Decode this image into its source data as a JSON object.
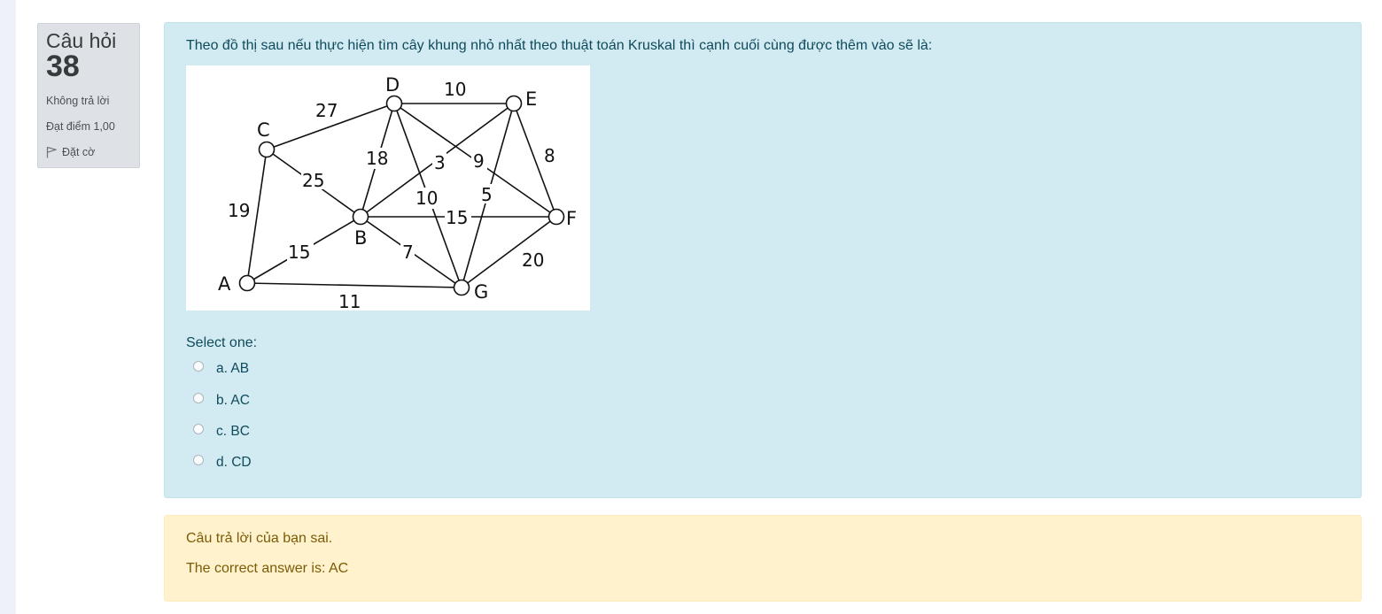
{
  "question_info": {
    "label": "Câu hỏi",
    "number": "38",
    "state": "Không trả lời",
    "grade": "Đạt điểm 1,00",
    "flag_label": "Đặt cờ"
  },
  "question": {
    "text": "Theo đồ thị sau nếu thực hiện tìm cây khung nhỏ nhất theo thuật toán Kruskal thì cạnh cuối cùng được thêm vào sẽ là:",
    "prompt": "Select one:",
    "options": [
      "a. AB",
      "b. AC",
      "c. BC",
      "d. CD"
    ]
  },
  "graph": {
    "nodes": [
      "A",
      "B",
      "C",
      "D",
      "E",
      "F",
      "G"
    ],
    "edges": [
      {
        "from": "D",
        "to": "E",
        "weight": "10"
      },
      {
        "from": "C",
        "to": "D",
        "weight": "27"
      },
      {
        "from": "C",
        "to": "A",
        "weight": "19"
      },
      {
        "from": "C",
        "to": "B",
        "weight": "25"
      },
      {
        "from": "D",
        "to": "B",
        "weight": "18"
      },
      {
        "from": "B",
        "to": "E",
        "weight": "3"
      },
      {
        "from": "D",
        "to": "F",
        "weight": "9"
      },
      {
        "from": "E",
        "to": "F",
        "weight": "8"
      },
      {
        "from": "D",
        "to": "G",
        "weight": "10"
      },
      {
        "from": "E",
        "to": "G",
        "weight": "5"
      },
      {
        "from": "B",
        "to": "F",
        "weight": "15"
      },
      {
        "from": "A",
        "to": "B",
        "weight": "15"
      },
      {
        "from": "B",
        "to": "G",
        "weight": "7"
      },
      {
        "from": "G",
        "to": "F",
        "weight": "20"
      },
      {
        "from": "A",
        "to": "G",
        "weight": "11"
      }
    ]
  },
  "feedback": {
    "result": "Câu trả lời của bạn sai.",
    "correct": "The correct answer is: AC"
  },
  "colors": {
    "info_bg": "#dee2e6",
    "question_bg": "#d2eaf1",
    "question_text": "#0f4b5c",
    "feedback_bg": "#fff2cc",
    "feedback_text": "#7a5b07"
  }
}
